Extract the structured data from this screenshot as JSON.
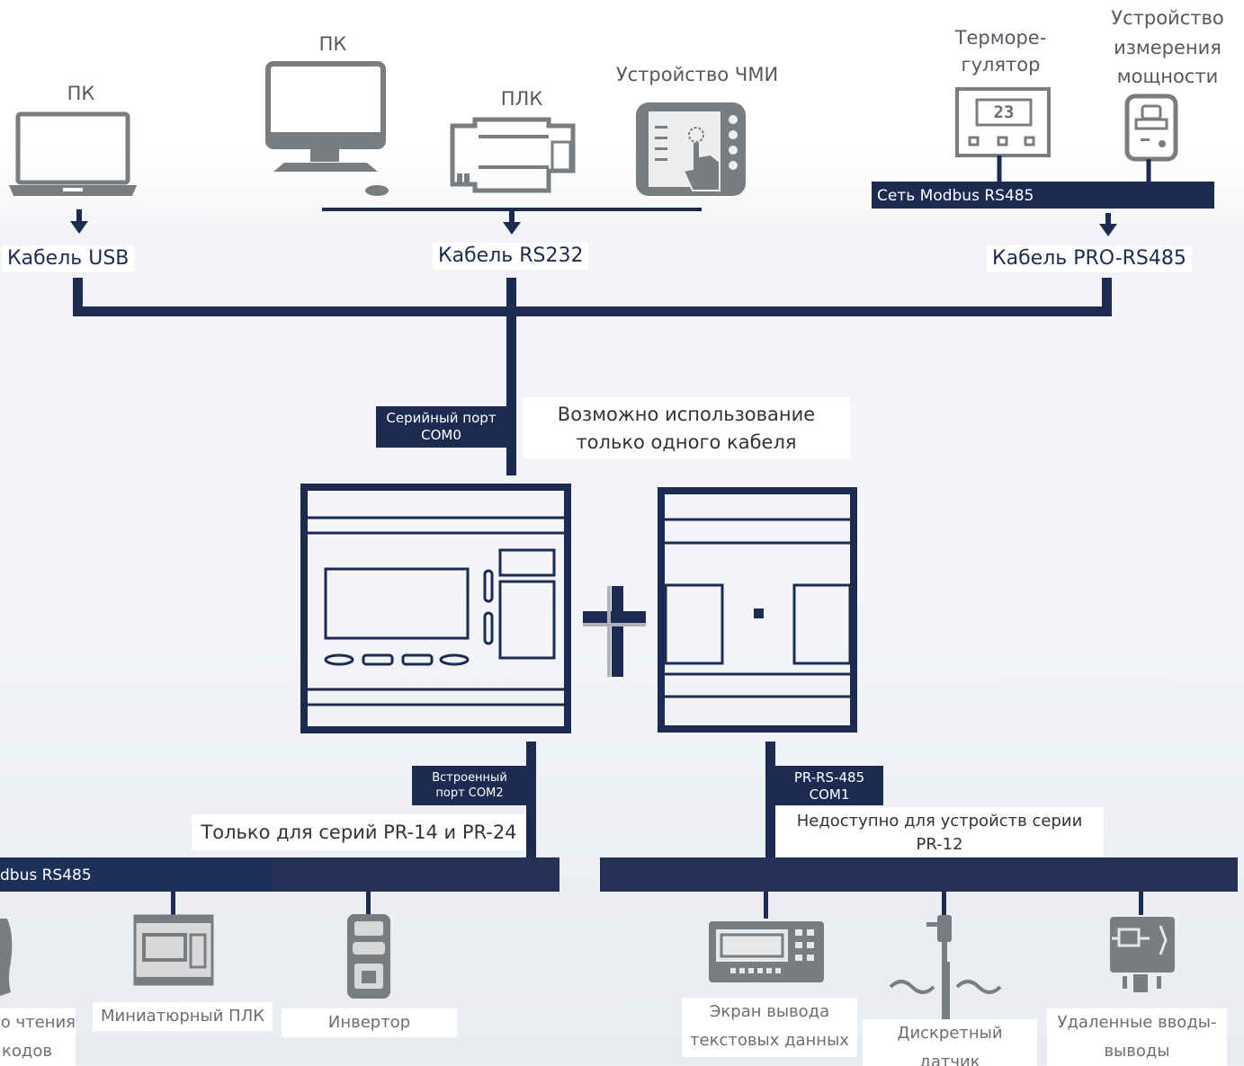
{
  "top": {
    "laptop_label": "ПК",
    "desktop_label": "ПК",
    "plc_label": "ПЛК",
    "hmi_label": "Устройство ЧМИ",
    "thermo_label_1": "Терморе-",
    "thermo_label_2": "гулятор",
    "thermo_display": "23",
    "power_label_1": "Устройство",
    "power_label_2": "измерения",
    "power_label_3": "мощности",
    "modbus_network_top": "Сеть Modbus RS485",
    "cable_usb": "Кабель USB",
    "cable_rs232": "Кабель RS232",
    "cable_pro_rs485": "Кабель PRO-RS485"
  },
  "middle": {
    "port_com0_1": "Серийный порт",
    "port_com0_2": "COM0",
    "one_cable_note_1": "Возможно использование",
    "one_cable_note_2": "только одного кабеля"
  },
  "bottom": {
    "port_com2_1": "Встроенный",
    "port_com2_2": "порт COM2",
    "com2_note": "Только для серий PR-14 и PR-24",
    "modbus_network_bottom": "dbus RS485",
    "port_com1_1": "PR-RS-485",
    "port_com1_2": "COM1",
    "com1_note_1": "Недоступно для устройств серии",
    "com1_note_2": "PR-12",
    "reader_label_1": "о чтения",
    "reader_label_2": "кодов",
    "mini_plc_label": "Миниатюрный ПЛК",
    "inverter_label": "Инвертор",
    "text_display_label_1": "Экран вывода",
    "text_display_label_2": "текстовых данных",
    "discrete_sensor_label_1": "Дискретный",
    "discrete_sensor_label_2": "датчик",
    "remote_io_label_1": "Удаленные вводы-",
    "remote_io_label_2": "выводы"
  },
  "colors": {
    "navy": "#1d2b52",
    "gray_icon": "#7a7d80",
    "label_text": "#555a5f"
  }
}
